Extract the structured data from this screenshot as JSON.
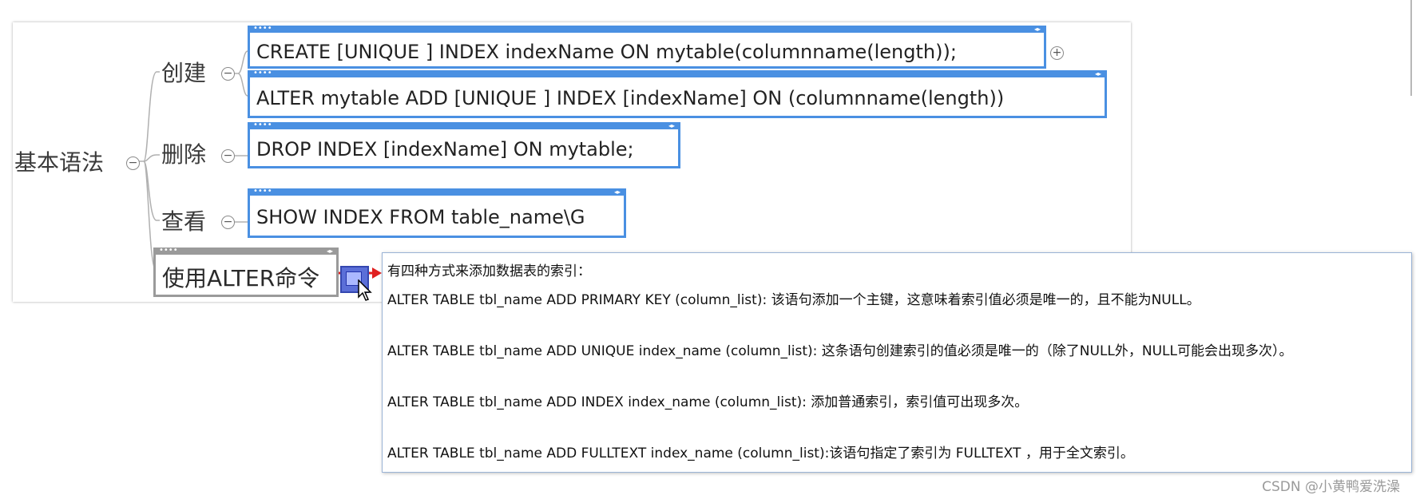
{
  "mindmap": {
    "root": {
      "label": "基本语法"
    },
    "create": {
      "label": "创建",
      "statements": [
        "CREATE  [UNIQUE ] INDEX indexName ON mytable(columnname(length));",
        "ALTER mytable ADD  [UNIQUE ]  INDEX [indexName] ON (columnname(length))"
      ]
    },
    "delete": {
      "label": "删除",
      "statements": [
        "DROP INDEX [indexName] ON mytable;"
      ]
    },
    "view": {
      "label": "查看",
      "statements": [
        "SHOW INDEX FROM table_name\\G"
      ]
    },
    "alter": {
      "label": "使用ALTER命令"
    },
    "collapse_symbol": "−",
    "expand_symbol": "+",
    "box_handle_dots": "••••",
    "box_handle_arrows": "◂▸"
  },
  "note": {
    "heading": "有四种方式来添加数据表的索引：",
    "lines": [
      "ALTER TABLE tbl_name ADD PRIMARY KEY (column_list): 该语句添加一个主键，这意味着索引值必须是唯一的，且不能为NULL。",
      "ALTER TABLE tbl_name ADD UNIQUE index_name (column_list): 这条语句创建索引的值必须是唯一的（除了NULL外，NULL可能会出现多次）。",
      "ALTER TABLE tbl_name ADD INDEX index_name (column_list): 添加普通索引，索引值可出现多次。",
      "ALTER TABLE tbl_name ADD FULLTEXT index_name (column_list):该语句指定了索引为 FULLTEXT ，用于全文索引。"
    ]
  },
  "watermark": "CSDN @小黄鸭爱洗澡",
  "colors": {
    "box_border": "#4a90e2",
    "arrow": "#e02020",
    "note_icon": "#5b6fd8"
  }
}
